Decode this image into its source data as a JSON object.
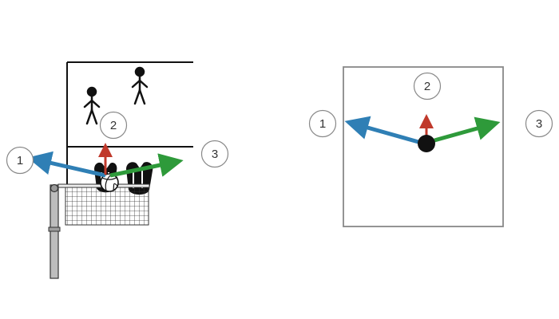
{
  "colors": {
    "arrow_1": "#2f7fb5",
    "arrow_2": "#c0392b",
    "arrow_3": "#2e9a3a",
    "outline": "#888888",
    "court_line": "#111111"
  },
  "left_diagram": {
    "labels": [
      "1",
      "2",
      "3"
    ],
    "icons": [
      "player-figure-icon",
      "player-figure-icon",
      "volleyball-icon",
      "net-icon",
      "net-post-icon",
      "blocking-hands-icon"
    ]
  },
  "right_diagram": {
    "labels": [
      "1",
      "2",
      "3"
    ],
    "icons": [
      "ball-dot-icon"
    ]
  }
}
